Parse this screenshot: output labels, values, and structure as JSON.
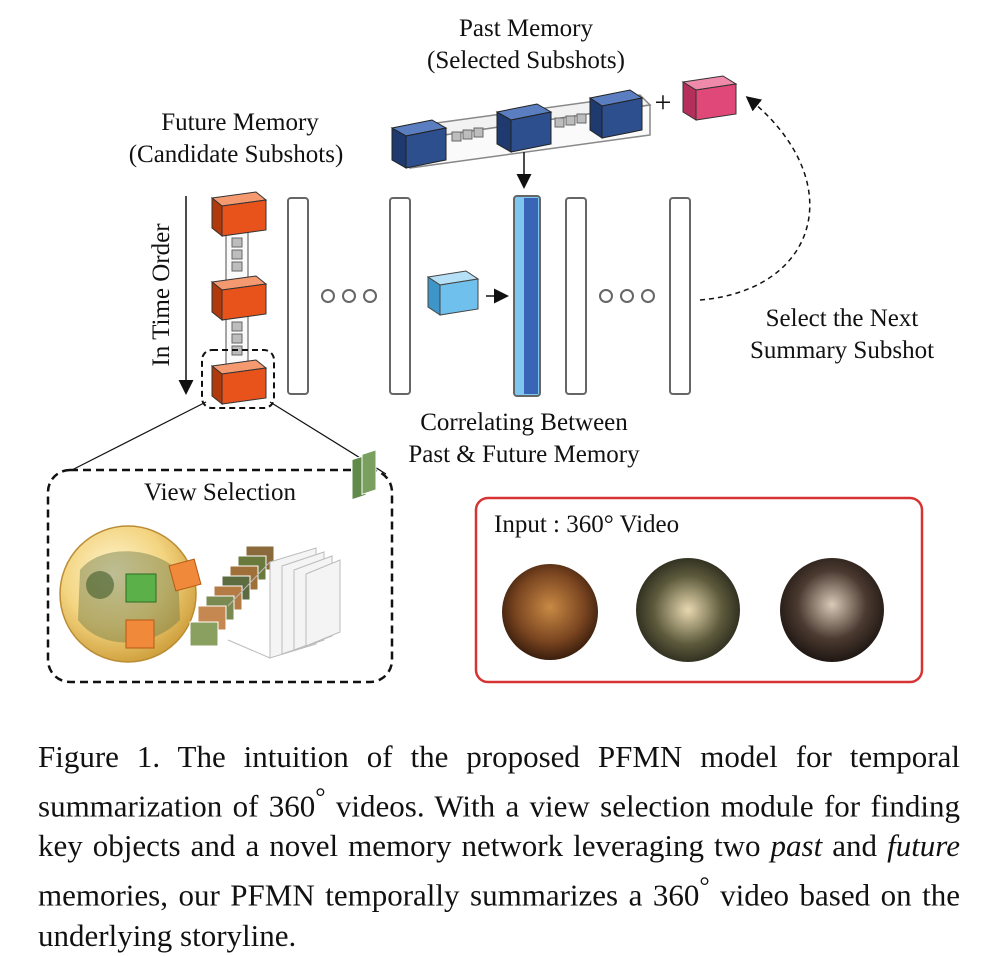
{
  "labels": {
    "past_memory_line1": "Past Memory",
    "past_memory_line2": "(Selected Subshots)",
    "future_memory_line1": "Future Memory",
    "future_memory_line2": "(Candidate Subshots)",
    "time_order": "In Time Order",
    "plus": "+",
    "select_next_line1": "Select the Next",
    "select_next_line2": "Summary Subshot",
    "correlating_line1": "Correlating Between",
    "correlating_line2": "Past & Future Memory",
    "view_selection": "View Selection",
    "input_video": "Input : 360° Video"
  },
  "caption": {
    "prefix": "Figure 1. The intuition of the proposed PFMN model for temporal summarization of 360",
    "deg1": "°",
    "part2": " videos. With a view selection module for finding key objects and a novel memory network leveraging two ",
    "past": "past",
    "and": " and ",
    "future": "future",
    "part3": " memories, our PFMN temporally summarizes a 360",
    "deg2": "°",
    "part4": " video based on the underlying storyline."
  },
  "colors": {
    "past_cube": "#2d4f8e",
    "future_cube": "#e8531c",
    "selected_cube": "#e0487a",
    "query_cube": "#6fc0ec",
    "active_column": "#3a64b5",
    "input_border": "#d63434"
  }
}
